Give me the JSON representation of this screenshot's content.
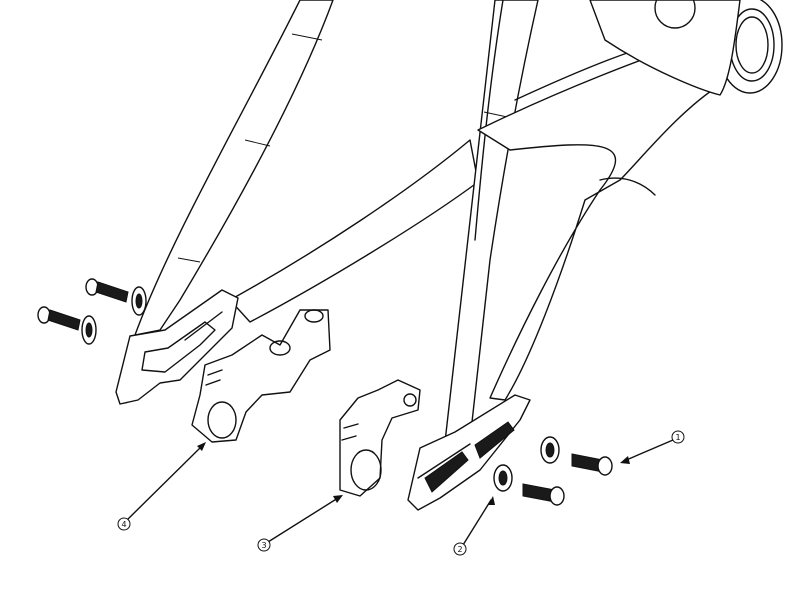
{
  "callouts": [
    {
      "id": "1",
      "label": "1"
    },
    {
      "id": "2",
      "label": "2"
    },
    {
      "id": "3",
      "label": "3"
    },
    {
      "id": "4",
      "label": "4"
    }
  ],
  "colors": {
    "line": "#111111",
    "background": "#ffffff",
    "fill_dark": "#1a1a1a"
  }
}
